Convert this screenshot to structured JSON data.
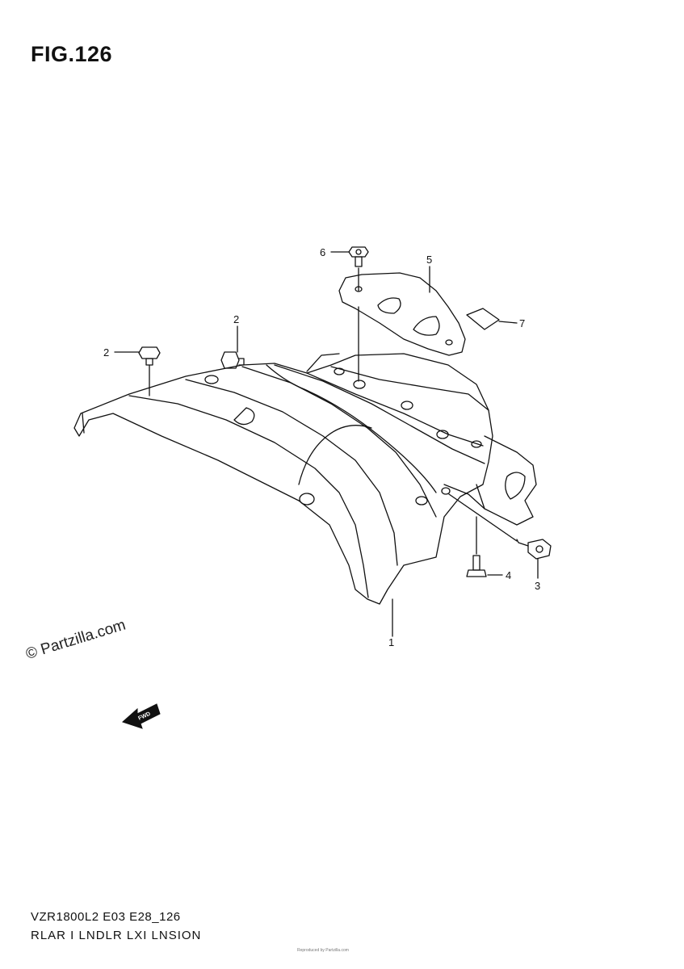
{
  "figure": {
    "title": "FIG.126"
  },
  "callouts": [
    {
      "id": "1",
      "label": "1"
    },
    {
      "id": "2a",
      "label": "2"
    },
    {
      "id": "2b",
      "label": "2"
    },
    {
      "id": "3",
      "label": "3"
    },
    {
      "id": "4",
      "label": "4"
    },
    {
      "id": "5",
      "label": "5"
    },
    {
      "id": "6",
      "label": "6"
    },
    {
      "id": "7",
      "label": "7"
    }
  ],
  "watermark": "© Partzilla.com",
  "direction_marker": {
    "label": "FWD",
    "icon": "forward-arrow-icon"
  },
  "footer": {
    "model_code": "VZR1800L2 E03 E28_126",
    "section_name": "RLAR I LNDLR LXI LNSION",
    "note": "Reproduced by Partzilla.com"
  },
  "colors": {
    "line": "#111111",
    "background": "#ffffff"
  }
}
